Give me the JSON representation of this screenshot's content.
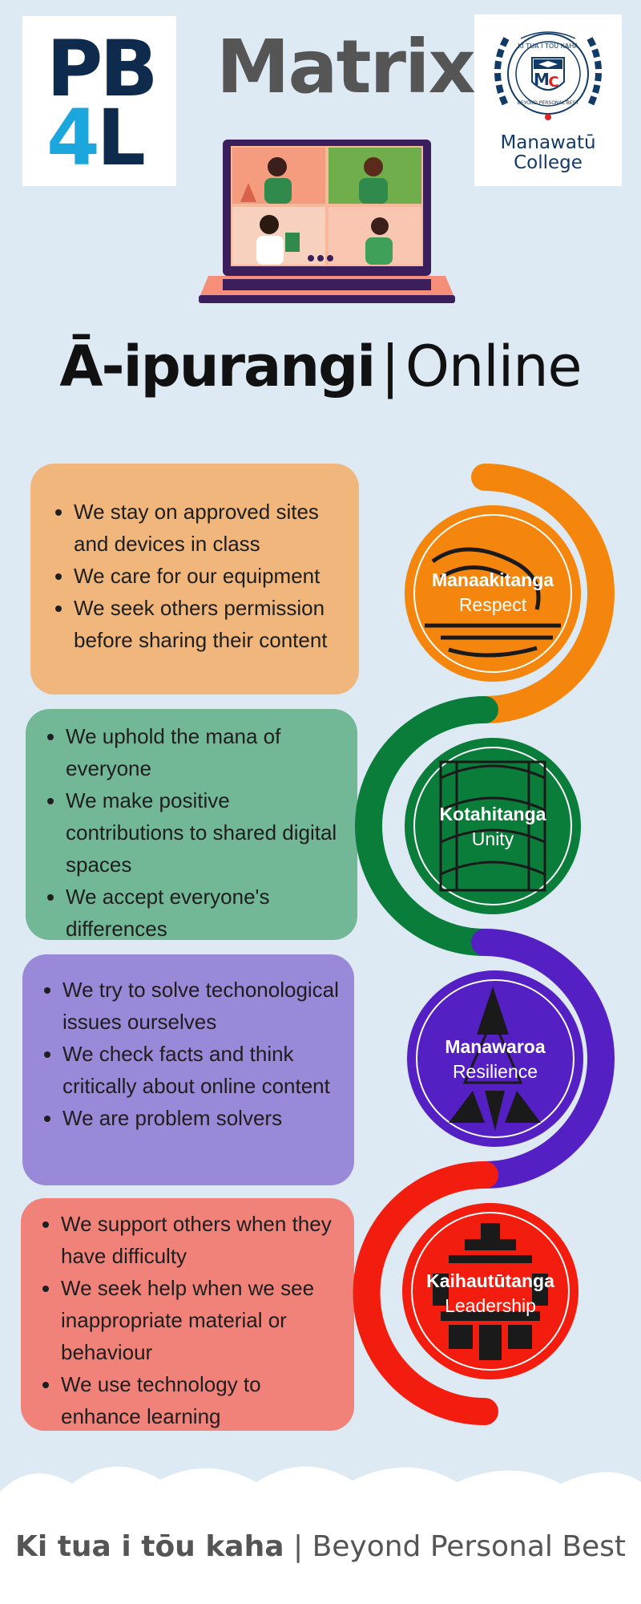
{
  "header": {
    "pb4l_line1": "PB",
    "pb4l_four": "4",
    "pb4l_l": "L",
    "title": "Matrix",
    "college_motto": "KI TUA I TŌU KAHA",
    "college_motto_en": "BEYOND PERSONAL BEST",
    "college_initials_m": "M",
    "college_initials_c": "C",
    "college_name_line1": "Manawatū",
    "college_name_line2": "College"
  },
  "main_title": {
    "maori": "Ā-ipurangi",
    "separator": "|",
    "english": "Online"
  },
  "values": [
    {
      "maori": "Manaakitanga",
      "english": "Respect",
      "color": "#f4860e",
      "items": [
        "We stay on approved sites and devices in class",
        "We care for our equipment",
        "We seek others permission before sharing their content"
      ]
    },
    {
      "maori": "Kotahitanga",
      "english": "Unity",
      "color": "#0b7d3b",
      "items": [
        "We uphold the mana of everyone",
        "We make positive contributions to shared digital spaces",
        "We accept everyone's differences"
      ]
    },
    {
      "maori": "Manawaroa",
      "english": "Resilience",
      "color": "#5420c4",
      "items": [
        "We try to solve techonological issues ourselves",
        "We check facts and think critically about online content",
        "We are problem solvers"
      ]
    },
    {
      "maori": "Kaihautūtanga",
      "english": "Leadership",
      "color": "#f21d0e",
      "items": [
        "We support others when they have difficulty",
        "We seek help when we see inappropriate material or behaviour",
        "We use technology to enhance learning"
      ]
    }
  ],
  "footer": {
    "maori": "Ki tua i tōu kaha",
    "separator": "|",
    "english": "Beyond Personal Best"
  }
}
